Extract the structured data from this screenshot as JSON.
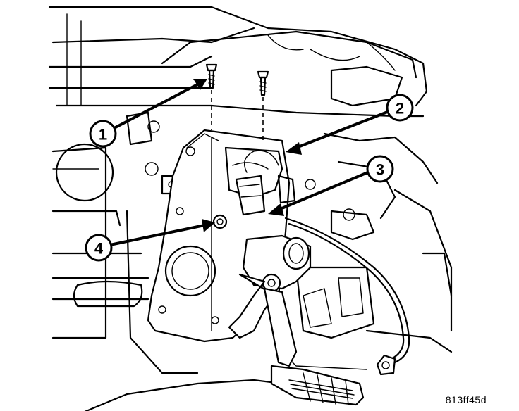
{
  "figure": {
    "id_label": "813ff45d"
  },
  "callouts": [
    {
      "label": "1"
    },
    {
      "label": "2"
    },
    {
      "label": "3"
    },
    {
      "label": "4"
    }
  ]
}
